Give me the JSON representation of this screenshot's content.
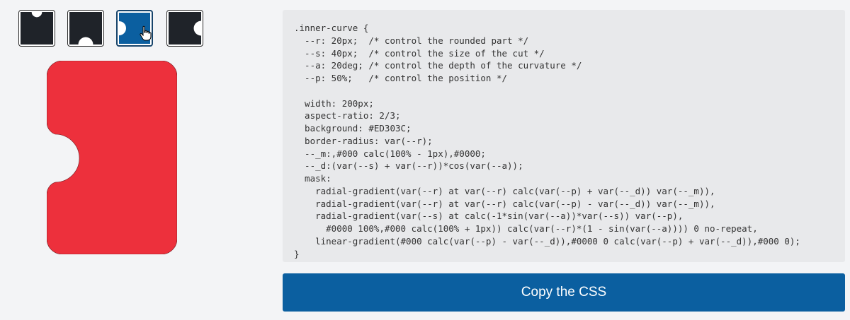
{
  "options": [
    {
      "icon": "top-curve-icon",
      "selected": false
    },
    {
      "icon": "bottom-curve-icon",
      "selected": false
    },
    {
      "icon": "left-curve-icon",
      "selected": true
    },
    {
      "icon": "right-curve-icon",
      "selected": false
    }
  ],
  "preview": {
    "color": "#ED303C"
  },
  "code": {
    "lines": [
      ".inner-curve {",
      "  --r: 20px;  /* control the rounded part */",
      "  --s: 40px;  /* control the size of the cut */",
      "  --a: 20deg; /* control the depth of the curvature */",
      "  --p: 50%;   /* control the position */",
      "",
      "  width: 200px;",
      "  aspect-ratio: 2/3;",
      "  background: #ED303C;",
      "  border-radius: var(--r);",
      "  --_m:,#000 calc(100% - 1px),#0000;",
      "  --_d:(var(--s) + var(--r))*cos(var(--a));",
      "  mask:",
      "    radial-gradient(var(--r) at var(--r) calc(var(--p) + var(--_d)) var(--_m)),",
      "    radial-gradient(var(--r) at var(--r) calc(var(--p) - var(--_d)) var(--_m)),",
      "    radial-gradient(var(--s) at calc(-1*sin(var(--a))*var(--s)) var(--p),",
      "      #0000 100%,#000 calc(100% + 1px)) calc(var(--r)*(1 - sin(var(--a)))) 0 no-repeat,",
      "    linear-gradient(#000 calc(var(--p) - var(--_d)),#0000 0 calc(var(--p) + var(--_d)),#000 0);",
      "}"
    ]
  },
  "copy_button": {
    "label": "Copy the CSS"
  },
  "colors": {
    "accent": "#0b5fa0",
    "selected_border": "#17446b",
    "icon_dark": "#1f2329"
  }
}
